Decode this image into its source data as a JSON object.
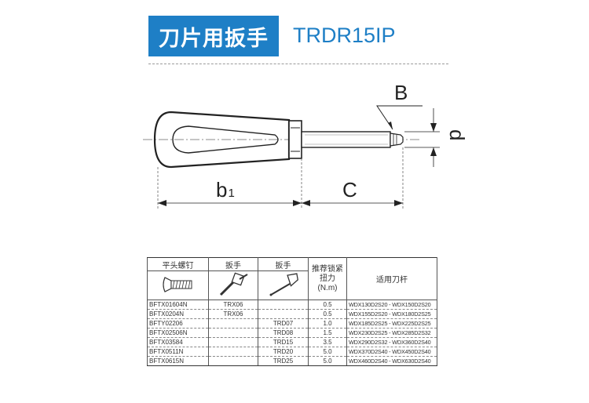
{
  "header": {
    "title": "刀片用扳手",
    "model": "TRDR15IP"
  },
  "drawing": {
    "label_b": "B",
    "label_d": "d",
    "label_b1": "b",
    "label_b1_sub": "1",
    "label_c": "C"
  },
  "table": {
    "headers": {
      "screw": "平头螺钉",
      "wrench1": "扳手",
      "wrench2": "扳手",
      "torque_line1": "推荐锁紧",
      "torque_line2": "扭力",
      "torque_line3": "(N.m)",
      "holder": "适用刀杆"
    },
    "icons": {
      "screw": "screw-icon",
      "wrench1": "key-wrench-icon",
      "wrench2": "screwdriver-icon"
    },
    "rows": [
      {
        "screw": "BFTX01604N",
        "w1": "TRX06",
        "w2": "",
        "torque": "0.5",
        "holder": "WDX130D2S20 - WDX150D2S20"
      },
      {
        "screw": "BFTX0204N",
        "w1": "TRX06",
        "w2": "",
        "torque": "0.5",
        "holder": "WDX155D2S20 - WDX180D2S25"
      },
      {
        "screw": "BFTY02206",
        "w1": "",
        "w2": "TRD07",
        "torque": "1.0",
        "holder": "WDX185D2S25 - WDX225D2S25"
      },
      {
        "screw": "BFTX02506N",
        "w1": "",
        "w2": "TRD08",
        "torque": "1.5",
        "holder": "WDX230D2S25 - WDX285D2S32"
      },
      {
        "screw": "BFTX03584",
        "w1": "",
        "w2": "TRD15",
        "torque": "3.5",
        "holder": "WDX290D2S32 - WDX360D2S40"
      },
      {
        "screw": "BFTX0511N",
        "w1": "",
        "w2": "TRD20",
        "torque": "5.0",
        "holder": "WDX370D2S40 - WDX450D2S40"
      },
      {
        "screw": "BFTX0615N",
        "w1": "",
        "w2": "TRD25",
        "torque": "5.0",
        "holder": "WDX460D2S40 - WDX630D2S40"
      }
    ]
  }
}
